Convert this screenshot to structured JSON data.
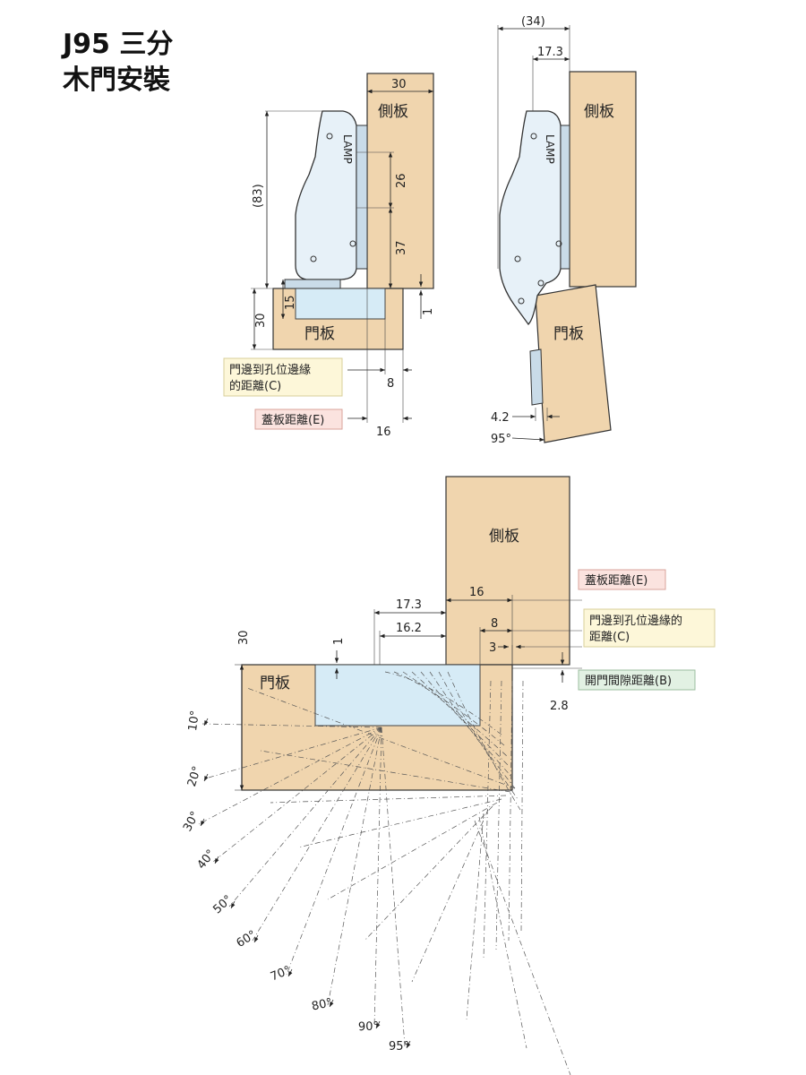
{
  "title": {
    "line1": "J95 三分",
    "line2": "木門安裝"
  },
  "labels": {
    "side_panel": "側板",
    "door_panel": "門板",
    "brand": "LAMP"
  },
  "dims_top": {
    "d30_side": "30",
    "d83": "(83)",
    "d26": "26",
    "d37": "37",
    "d15": "15",
    "d30_door": "30",
    "d1": "1",
    "d8": "8",
    "d16": "16",
    "d34": "(34)",
    "d17_3": "17.3",
    "d4_2": "4.2",
    "d95": "95°"
  },
  "callouts": {
    "c_text_line1": "門邊到孔位邊緣",
    "c_text_line2": "的距離(C)",
    "e_text": "蓋板距離(E)",
    "c2_line1": "門邊到孔位邊緣的",
    "c2_line2": "距離(C)",
    "b_text": "開門間隙距離(B)"
  },
  "dims_bottom": {
    "d16": "16",
    "d17_3": "17.3",
    "d16_2": "16.2",
    "d8": "8",
    "d3": "3",
    "d1": "1",
    "d30": "30",
    "d2_8": "2.8"
  },
  "angles": [
    "10°",
    "20°",
    "30°",
    "40°",
    "50°",
    "60°",
    "70°",
    "80°",
    "90°",
    "95°"
  ]
}
